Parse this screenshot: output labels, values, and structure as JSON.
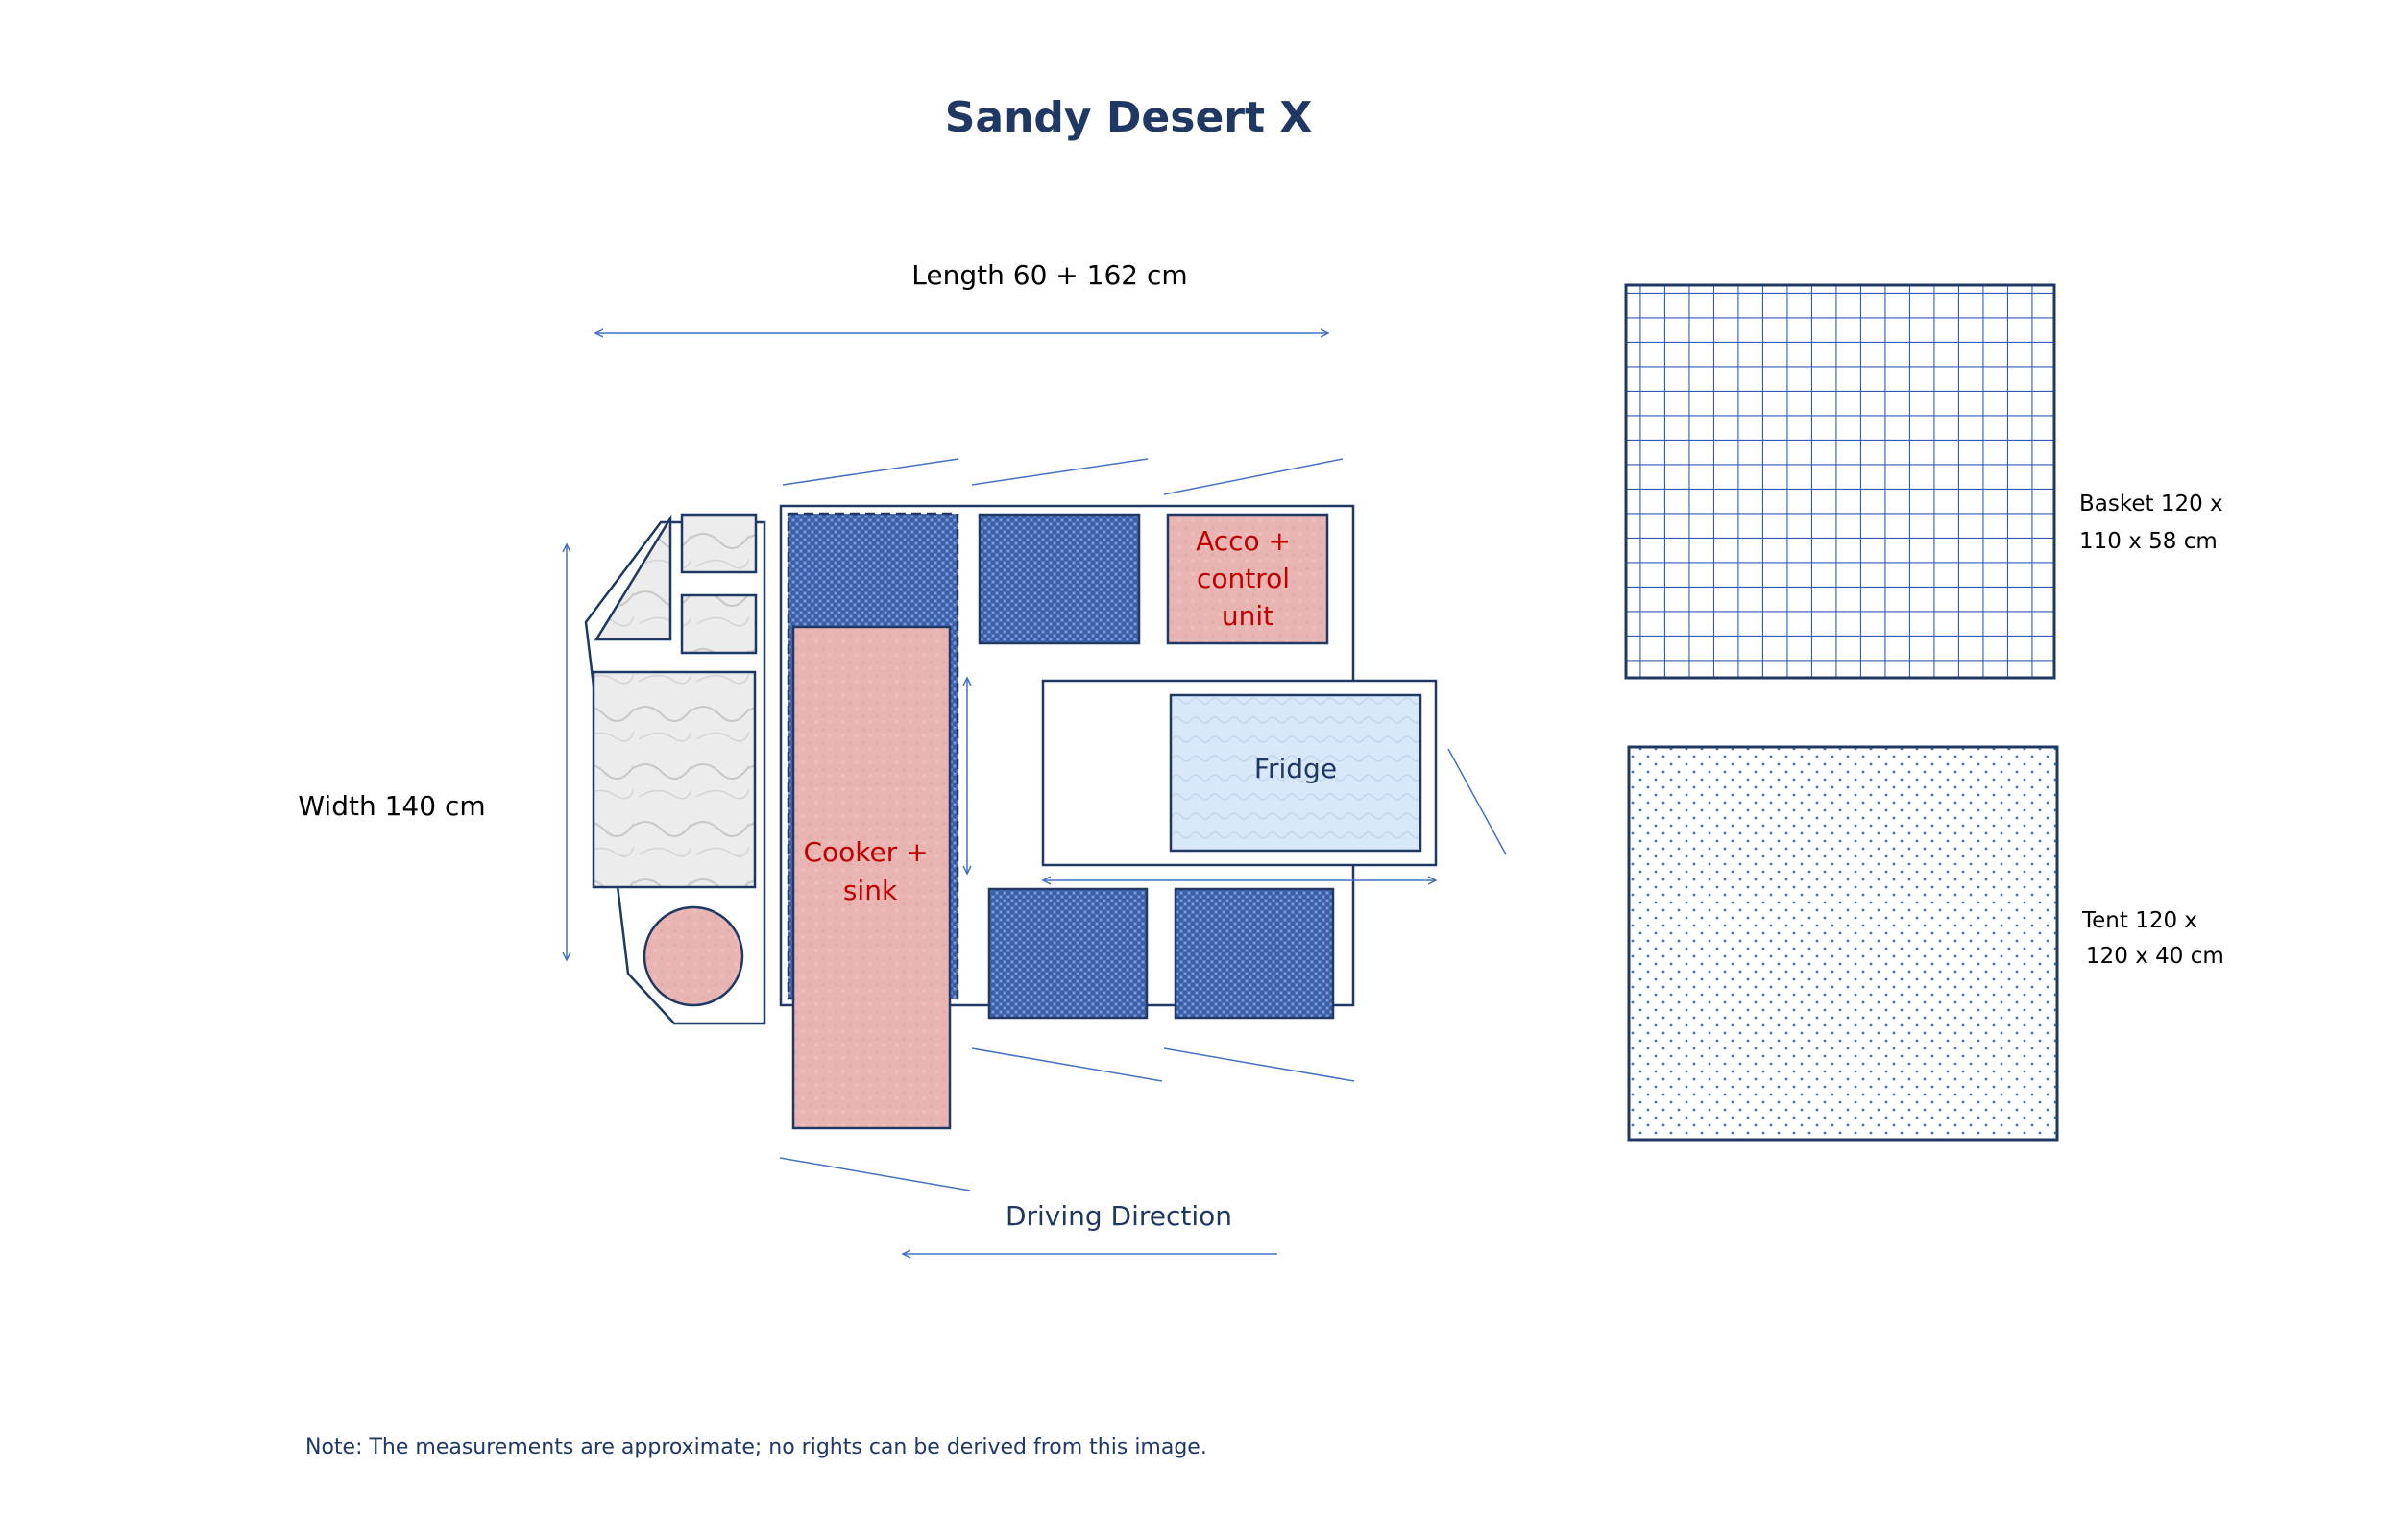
{
  "title": "Sandy Desert X",
  "dimensions": {
    "length_label": "Length 60 + 162 cm",
    "width_label": "Width 140 cm",
    "driving_direction_label": "Driving Direction"
  },
  "compartments": {
    "acco_control": {
      "line1": "Acco +",
      "line2": "control",
      "line3": "unit"
    },
    "fridge": {
      "label": "Fridge"
    },
    "cooker_sink": {
      "line1": "Cooker +",
      "line2": "sink"
    }
  },
  "legend": {
    "basket": {
      "line1": "Basket 120 x",
      "line2": "110 x 58 cm"
    },
    "tent": {
      "line1": "Tent 120 x",
      "line2": "120 x 40 cm"
    }
  },
  "note": "Note: The measurements are approximate; no rights can be derived from this image.",
  "colors": {
    "navy": "#1f3864",
    "blue_line": "#4472c4",
    "red_text": "#c00000",
    "pink_fill": "#e8b4b4",
    "fabric_blue": "#4a6fb5",
    "ice_blue": "#dbe8f7",
    "marble": "#e6e6e6"
  }
}
